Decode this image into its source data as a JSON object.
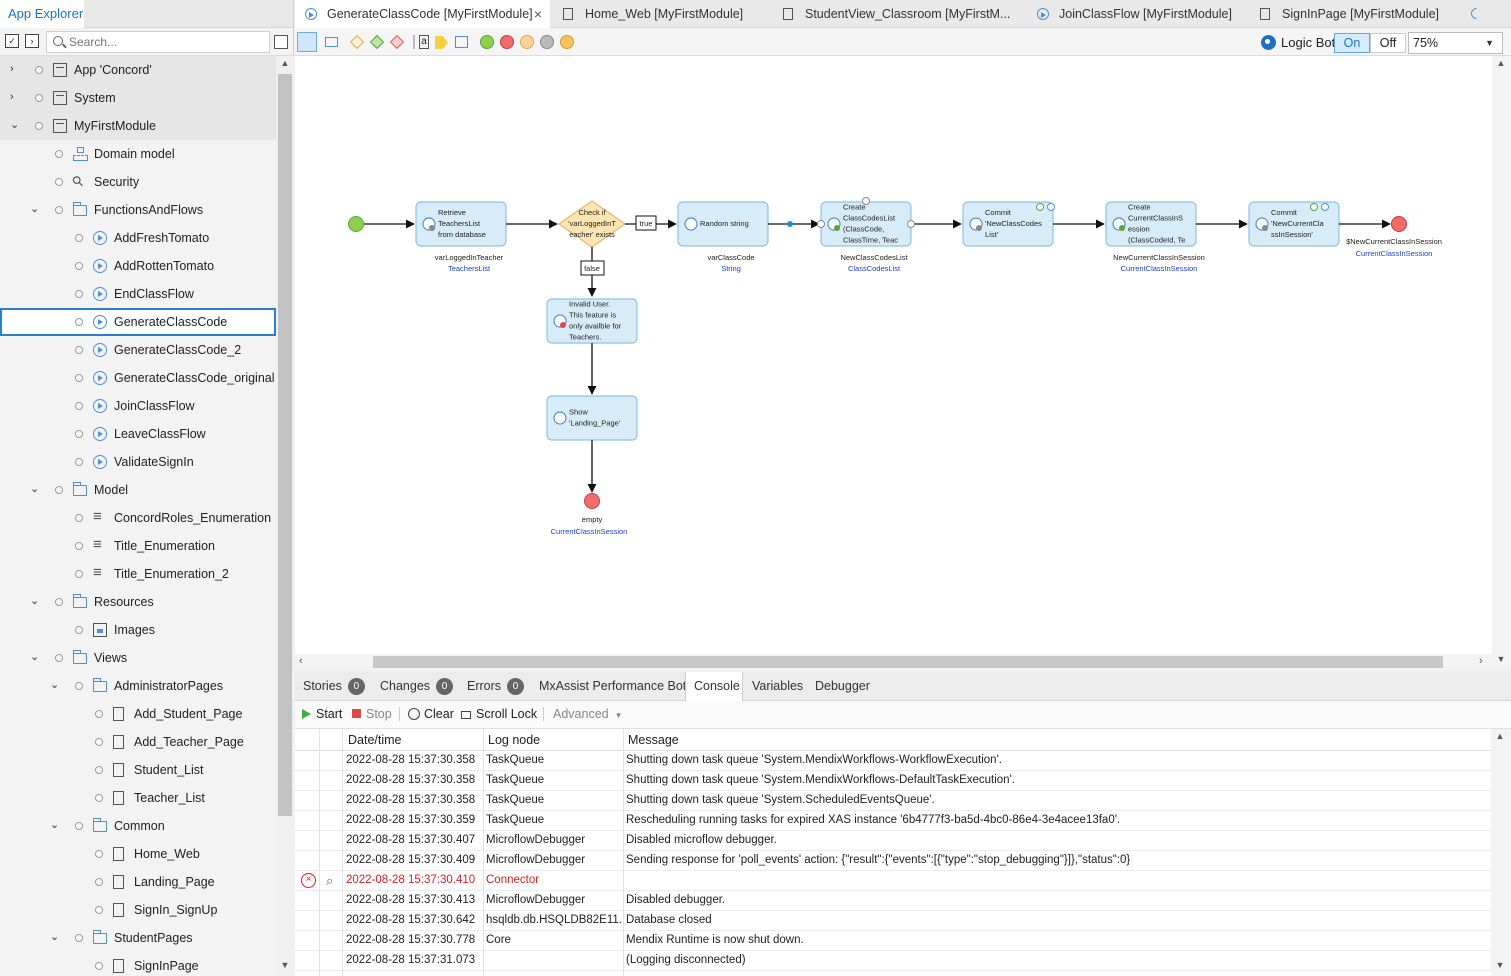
{
  "explorer": {
    "tab_label": "App Explorer",
    "search_placeholder": "Search...",
    "items": [
      {
        "label": "App 'Concord'",
        "level": 0,
        "expand": "collapsed",
        "icon": "app-box-icon"
      },
      {
        "label": "System",
        "level": 0,
        "expand": "collapsed",
        "icon": "module-icon"
      },
      {
        "label": "MyFirstModule",
        "level": 0,
        "expand": "expanded",
        "icon": "module-icon"
      },
      {
        "label": "Domain model",
        "level": 1,
        "expand": "none",
        "icon": "domain-model-icon"
      },
      {
        "label": "Security",
        "level": 1,
        "expand": "none",
        "icon": "security-key-icon"
      },
      {
        "label": "FunctionsAndFlows",
        "level": 1,
        "expand": "expanded",
        "icon": "folder-icon"
      },
      {
        "label": "AddFreshTomato",
        "level": 2,
        "expand": "none",
        "icon": "microflow-icon"
      },
      {
        "label": "AddRottenTomato",
        "level": 2,
        "expand": "none",
        "icon": "microflow-icon"
      },
      {
        "label": "EndClassFlow",
        "level": 2,
        "expand": "none",
        "icon": "microflow-icon"
      },
      {
        "label": "GenerateClassCode",
        "level": 2,
        "expand": "none",
        "icon": "microflow-icon",
        "selected": true
      },
      {
        "label": "GenerateClassCode_2",
        "level": 2,
        "expand": "none",
        "icon": "microflow-icon"
      },
      {
        "label": "GenerateClassCode_original",
        "level": 2,
        "expand": "none",
        "icon": "microflow-icon"
      },
      {
        "label": "JoinClassFlow",
        "level": 2,
        "expand": "none",
        "icon": "microflow-icon"
      },
      {
        "label": "LeaveClassFlow",
        "level": 2,
        "expand": "none",
        "icon": "microflow-icon"
      },
      {
        "label": "ValidateSignIn",
        "level": 2,
        "expand": "none",
        "icon": "microflow-icon"
      },
      {
        "label": "Model",
        "level": 1,
        "expand": "expanded",
        "icon": "folder-icon"
      },
      {
        "label": "ConcordRoles_Enumeration",
        "level": 2,
        "expand": "none",
        "icon": "enumeration-icon"
      },
      {
        "label": "Title_Enumeration",
        "level": 2,
        "expand": "none",
        "icon": "enumeration-icon"
      },
      {
        "label": "Title_Enumeration_2",
        "level": 2,
        "expand": "none",
        "icon": "enumeration-icon"
      },
      {
        "label": "Resources",
        "level": 1,
        "expand": "expanded",
        "icon": "folder-icon"
      },
      {
        "label": "Images",
        "level": 2,
        "expand": "none",
        "icon": "images-icon"
      },
      {
        "label": "Views",
        "level": 1,
        "expand": "expanded",
        "icon": "folder-icon"
      },
      {
        "label": "AdministratorPages",
        "level": 2,
        "expand": "expanded",
        "icon": "folder-icon"
      },
      {
        "label": "Add_Student_Page",
        "level": 3,
        "expand": "none",
        "icon": "page-icon"
      },
      {
        "label": "Add_Teacher_Page",
        "level": 3,
        "expand": "none",
        "icon": "page-icon"
      },
      {
        "label": "Student_List",
        "level": 3,
        "expand": "none",
        "icon": "page-icon"
      },
      {
        "label": "Teacher_List",
        "level": 3,
        "expand": "none",
        "icon": "page-icon"
      },
      {
        "label": "Common",
        "level": 2,
        "expand": "expanded",
        "icon": "folder-icon"
      },
      {
        "label": "Home_Web",
        "level": 3,
        "expand": "none",
        "icon": "page-icon"
      },
      {
        "label": "Landing_Page",
        "level": 3,
        "expand": "none",
        "icon": "page-icon"
      },
      {
        "label": "SignIn_SignUp",
        "level": 3,
        "expand": "none",
        "icon": "page-icon"
      },
      {
        "label": "StudentPages",
        "level": 2,
        "expand": "expanded",
        "icon": "folder-icon"
      },
      {
        "label": "SignInPage",
        "level": 3,
        "expand": "none",
        "icon": "page-icon"
      }
    ]
  },
  "doc_tabs": [
    {
      "label": "GenerateClassCode [MyFirstModule]",
      "icon": "microflow-icon",
      "active": true,
      "closable": true
    },
    {
      "label": "Home_Web [MyFirstModule]",
      "icon": "page-icon"
    },
    {
      "label": "StudentView_Classroom [MyFirstM...",
      "icon": "page-icon"
    },
    {
      "label": "JoinClassFlow [MyFirstModule]",
      "icon": "microflow-icon"
    },
    {
      "label": "SignInPage [MyFirstModule]",
      "icon": "page-icon"
    }
  ],
  "editor_toolbar": {
    "logic_bot_label": "Logic Bot",
    "on_label": "On",
    "off_label": "Off",
    "zoom": "75%",
    "accent": "#1a73c9"
  },
  "microflow": {
    "colors": {
      "node_fill": "#d8ecf8",
      "node_stroke": "#8cc3e6",
      "start": "#8fd14f",
      "end": "#f26b6b",
      "decision": "#fde6b3"
    },
    "nodes": {
      "retrieve": {
        "text": [
          "Retrieve",
          "TeachersList",
          "from database"
        ],
        "var": "varLoggedInTeacher",
        "type": "TeachersList"
      },
      "decision": {
        "text": [
          "Check if",
          "'varLoggedInT",
          "eacher' exists"
        ]
      },
      "random": {
        "text": [
          "Random string"
        ],
        "var": "varClassCode",
        "type": "String"
      },
      "create1": {
        "text": [
          "Create",
          "ClassCodesList",
          "(ClassCode,",
          "ClassTime, Teac"
        ],
        "var": "NewClassCodesList",
        "type": "ClassCodesList"
      },
      "commit1": {
        "text": [
          "Commit",
          "'NewClassCodes",
          "List'"
        ]
      },
      "create2": {
        "text": [
          "Create",
          "CurrentClassInS",
          "ession",
          "(ClassCodeId, Te"
        ],
        "var": "NewCurrentClassInSession",
        "type": "CurrentClassInSession"
      },
      "commit2": {
        "text": [
          "Commit",
          "'NewCurrentCla",
          "ssInSession'"
        ]
      },
      "end1": {
        "var": "$NewCurrentClassInSession",
        "type": "CurrentClassInSession"
      },
      "invalid": {
        "text": [
          "Invalid User.",
          "This feature is",
          "only availble for",
          "Teachers."
        ]
      },
      "show": {
        "text": [
          "Show",
          "'Landing_Page'"
        ]
      },
      "end2": {
        "var": "empty",
        "type": "CurrentClassInSession"
      }
    },
    "true_label": "true",
    "false_label": "false"
  },
  "bottom_tabs": [
    {
      "label": "Stories",
      "count": "0"
    },
    {
      "label": "Changes",
      "count": "0"
    },
    {
      "label": "Errors",
      "count": "0"
    },
    {
      "label": "MxAssist Performance Bot"
    },
    {
      "label": "Console",
      "active": true
    },
    {
      "label": "Variables"
    },
    {
      "label": "Debugger"
    }
  ],
  "console_toolbar": {
    "start": "Start",
    "stop": "Stop",
    "clear": "Clear",
    "scroll_lock": "Scroll Lock",
    "advanced": "Advanced"
  },
  "log": {
    "headers": [
      "Date/time",
      "Log node",
      "Message"
    ],
    "rows": [
      {
        "date": "2022-08-28 15:37:30.358",
        "node": "TaskQueue",
        "msg": "Shutting down task queue 'System.MendixWorkflows-WorkflowExecution'."
      },
      {
        "date": "2022-08-28 15:37:30.358",
        "node": "TaskQueue",
        "msg": "Shutting down task queue 'System.MendixWorkflows-DefaultTaskExecution'."
      },
      {
        "date": "2022-08-28 15:37:30.358",
        "node": "TaskQueue",
        "msg": "Shutting down task queue 'System.ScheduledEventsQueue'."
      },
      {
        "date": "2022-08-28 15:37:30.359",
        "node": "TaskQueue",
        "msg": "Rescheduling running tasks for expired XAS instance '6b4777f3-ba5d-4bc0-86e4-3e4acee13fa0'."
      },
      {
        "date": "2022-08-28 15:37:30.407",
        "node": "MicroflowDebugger",
        "msg": "Disabled microflow debugger."
      },
      {
        "date": "2022-08-28 15:37:30.409",
        "node": "MicroflowDebugger",
        "msg": "Sending response for 'poll_events' action: {\"result\":{\"events\":[{\"type\":\"stop_debugging\"}]},\"status\":0}"
      },
      {
        "date": "2022-08-28 15:37:30.410",
        "node": "Connector",
        "msg": "",
        "error": true
      },
      {
        "date": "2022-08-28 15:37:30.413",
        "node": "MicroflowDebugger",
        "msg": "Disabled debugger."
      },
      {
        "date": "2022-08-28 15:37:30.642",
        "node": "hsqldb.db.HSQLDB82E11...",
        "msg": "Database closed"
      },
      {
        "date": "2022-08-28 15:37:30.778",
        "node": "Core",
        "msg": "Mendix Runtime is now shut down."
      },
      {
        "date": "2022-08-28 15:37:31.073",
        "node": "",
        "msg": "(Logging disconnected)"
      }
    ]
  }
}
